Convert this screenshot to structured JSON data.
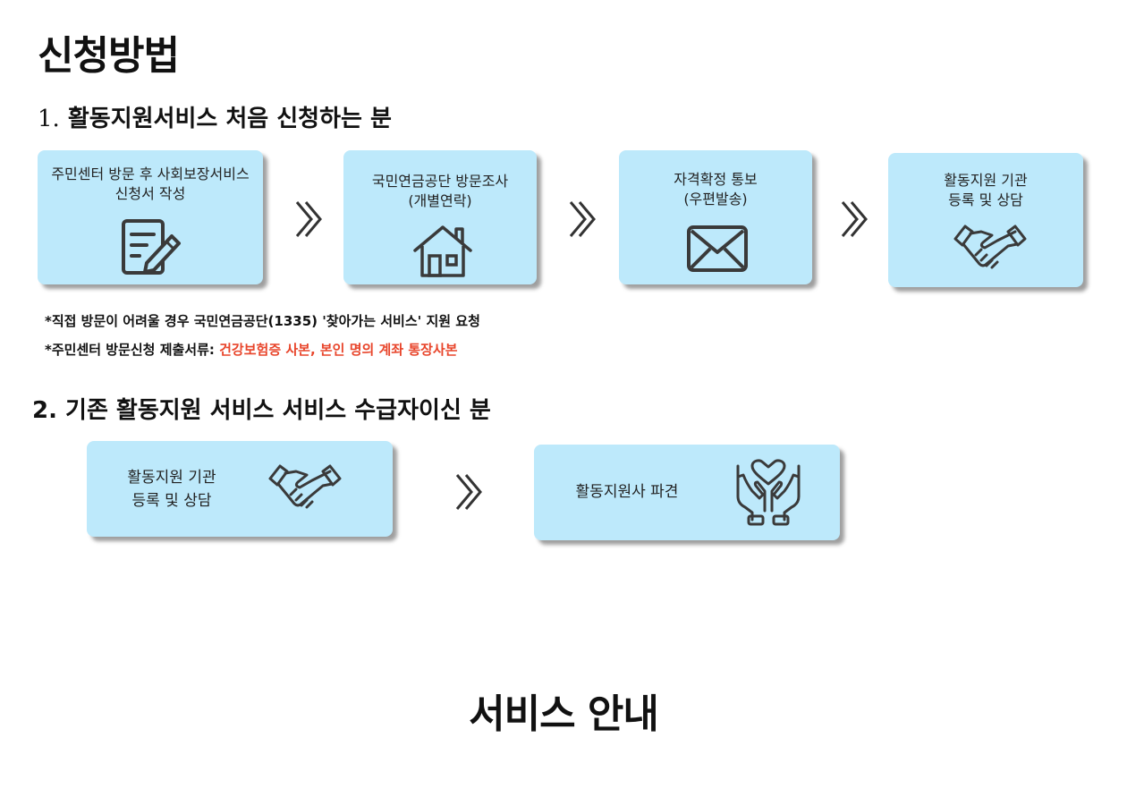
{
  "page": {
    "title": "신청방법",
    "footer_title": "서비스 안내"
  },
  "section1": {
    "number": "1.",
    "title": "활동지원서비스 처음 신청하는 분",
    "steps": [
      {
        "line1": "주민센터 방문 후 사회보장서비스",
        "line2": "신청서 작성",
        "icon": "form-edit-icon"
      },
      {
        "line1": "국민연금공단 방문조사",
        "line2": "(개별연락)",
        "icon": "house-icon"
      },
      {
        "line1": "자격확정 통보",
        "line2": "(우편발송)",
        "icon": "envelope-icon"
      },
      {
        "line1": "활동지원 기관",
        "line2": "등록 및 상담",
        "icon": "handshake-icon"
      }
    ],
    "notes": [
      {
        "text": "*직접 방문이 어려울 경우 국민연금공단(1335) '찾아가는 서비스' 지원 요청"
      },
      {
        "text": "*주민센터 방문신청 제출서류: ",
        "highlight": "건강보험증 사본, 본인 명의 계좌 통장사본"
      }
    ]
  },
  "section2": {
    "title": "2. 기존 활동지원 서비스 서비스 수급자이신 분",
    "steps": [
      {
        "line1": "활동지원 기관",
        "line2": "등록 및 상담",
        "icon": "handshake-icon"
      },
      {
        "line1": "활동지원사 파견",
        "icon": "caring-hands-heart-icon"
      }
    ]
  },
  "colors": {
    "card_bg": "#bde9fb",
    "highlight_red": "#e8452b",
    "icon_stroke": "#3a3a3a"
  }
}
